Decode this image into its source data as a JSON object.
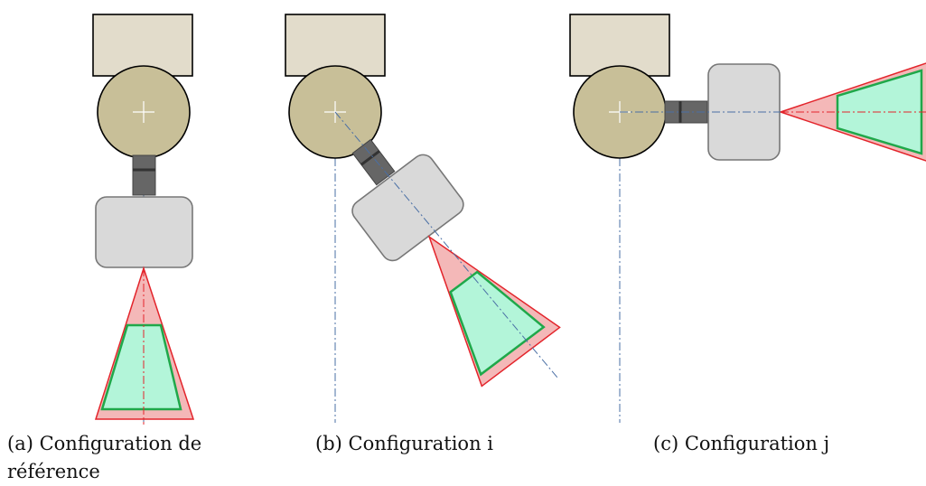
{
  "figure": {
    "colors": {
      "mount": "#e2dccb",
      "joint": "#c8bf98",
      "arm": "#666666",
      "camera_body": "#d9d9d9",
      "fov_outer_fill": "#f4b8b8",
      "fov_outer_stroke": "#e3242b",
      "fov_inner_fill": "#b3f5d9",
      "fov_inner_stroke": "#1fa84a",
      "axis_line": "#4a6fa5",
      "crosshair": "#ffffff"
    },
    "panels": [
      {
        "id": "a",
        "caption": "(a) Configuration de référence"
      },
      {
        "id": "b",
        "caption": "(b) Configuration i"
      },
      {
        "id": "c",
        "caption": "(c) Configuration j"
      }
    ]
  }
}
